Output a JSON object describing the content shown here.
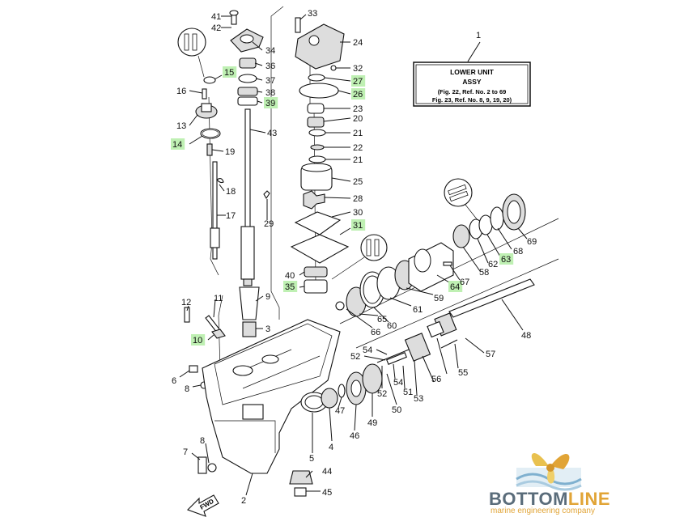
{
  "assembly_box": {
    "number": "1",
    "title_line1": "LOWER UNIT",
    "title_line2": "ASSY",
    "ref_line1": "(Fig. 22, Ref. No. 2 to 69",
    "ref_line2": "Fig. 23, Ref. No. 8, 9, 19, 20)"
  },
  "fwd_label": "FWD",
  "logo": {
    "name_part1": "BOTTOM",
    "name_part2": "LINE",
    "tagline": "marine engineering company"
  },
  "highlight_color": "#bff0b3",
  "logo_colors": {
    "text": "#5a6c7a",
    "accent": "#e1a436"
  },
  "part_labels": [
    {
      "id": "41",
      "text": "41",
      "highlighted": false
    },
    {
      "id": "42",
      "text": "42",
      "highlighted": false
    },
    {
      "id": "34",
      "text": "34",
      "highlighted": false
    },
    {
      "id": "36",
      "text": "36",
      "highlighted": false
    },
    {
      "id": "37",
      "text": "37",
      "highlighted": false
    },
    {
      "id": "15",
      "text": "15",
      "highlighted": true
    },
    {
      "id": "38",
      "text": "38",
      "highlighted": false
    },
    {
      "id": "39",
      "text": "39",
      "highlighted": true
    },
    {
      "id": "16",
      "text": "16",
      "highlighted": false
    },
    {
      "id": "13",
      "text": "13",
      "highlighted": false
    },
    {
      "id": "14",
      "text": "14",
      "highlighted": true
    },
    {
      "id": "19",
      "text": "19",
      "highlighted": false
    },
    {
      "id": "43",
      "text": "43",
      "highlighted": false
    },
    {
      "id": "18",
      "text": "18",
      "highlighted": false
    },
    {
      "id": "17",
      "text": "17",
      "highlighted": false
    },
    {
      "id": "29",
      "text": "29",
      "highlighted": false
    },
    {
      "id": "33",
      "text": "33",
      "highlighted": false
    },
    {
      "id": "24",
      "text": "24",
      "highlighted": false
    },
    {
      "id": "32",
      "text": "32",
      "highlighted": false
    },
    {
      "id": "27",
      "text": "27",
      "highlighted": true
    },
    {
      "id": "26",
      "text": "26",
      "highlighted": true
    },
    {
      "id": "23",
      "text": "23",
      "highlighted": false
    },
    {
      "id": "20",
      "text": "20",
      "highlighted": false
    },
    {
      "id": "21a",
      "text": "21",
      "highlighted": false
    },
    {
      "id": "22",
      "text": "22",
      "highlighted": false
    },
    {
      "id": "21b",
      "text": "21",
      "highlighted": false
    },
    {
      "id": "25",
      "text": "25",
      "highlighted": false
    },
    {
      "id": "28",
      "text": "28",
      "highlighted": false
    },
    {
      "id": "30",
      "text": "30",
      "highlighted": false
    },
    {
      "id": "31",
      "text": "31",
      "highlighted": true
    },
    {
      "id": "40",
      "text": "40",
      "highlighted": false
    },
    {
      "id": "35",
      "text": "35",
      "highlighted": true
    },
    {
      "id": "9",
      "text": "9",
      "highlighted": false
    },
    {
      "id": "3",
      "text": "3",
      "highlighted": false
    },
    {
      "id": "12",
      "text": "12",
      "highlighted": false
    },
    {
      "id": "11",
      "text": "11",
      "highlighted": false
    },
    {
      "id": "10",
      "text": "10",
      "highlighted": true
    },
    {
      "id": "6",
      "text": "6",
      "highlighted": false
    },
    {
      "id": "8a",
      "text": "8",
      "highlighted": false
    },
    {
      "id": "7",
      "text": "7",
      "highlighted": false
    },
    {
      "id": "8b",
      "text": "8",
      "highlighted": false
    },
    {
      "id": "2",
      "text": "2",
      "highlighted": false
    },
    {
      "id": "5",
      "text": "5",
      "highlighted": false
    },
    {
      "id": "4",
      "text": "4",
      "highlighted": false
    },
    {
      "id": "47",
      "text": "47",
      "highlighted": false
    },
    {
      "id": "46",
      "text": "46",
      "highlighted": false
    },
    {
      "id": "44",
      "text": "44",
      "highlighted": false
    },
    {
      "id": "45",
      "text": "45",
      "highlighted": false
    },
    {
      "id": "49",
      "text": "49",
      "highlighted": false
    },
    {
      "id": "50",
      "text": "50",
      "highlighted": false
    },
    {
      "id": "52a",
      "text": "52",
      "highlighted": false
    },
    {
      "id": "54a",
      "text": "54",
      "highlighted": false
    },
    {
      "id": "52b",
      "text": "52",
      "highlighted": false
    },
    {
      "id": "54b",
      "text": "54",
      "highlighted": false
    },
    {
      "id": "51",
      "text": "51",
      "highlighted": false
    },
    {
      "id": "53",
      "text": "53",
      "highlighted": false
    },
    {
      "id": "56",
      "text": "56",
      "highlighted": false
    },
    {
      "id": "55",
      "text": "55",
      "highlighted": false
    },
    {
      "id": "57",
      "text": "57",
      "highlighted": false
    },
    {
      "id": "48",
      "text": "48",
      "highlighted": false
    },
    {
      "id": "66",
      "text": "66",
      "highlighted": false
    },
    {
      "id": "65",
      "text": "65",
      "highlighted": false
    },
    {
      "id": "60",
      "text": "60",
      "highlighted": false
    },
    {
      "id": "61",
      "text": "61",
      "highlighted": false
    },
    {
      "id": "59",
      "text": "59",
      "highlighted": false
    },
    {
      "id": "64",
      "text": "64",
      "highlighted": true
    },
    {
      "id": "67",
      "text": "67",
      "highlighted": false
    },
    {
      "id": "58",
      "text": "58",
      "highlighted": false
    },
    {
      "id": "62",
      "text": "62",
      "highlighted": false
    },
    {
      "id": "63",
      "text": "63",
      "highlighted": true
    },
    {
      "id": "68",
      "text": "68",
      "highlighted": false
    },
    {
      "id": "69",
      "text": "69",
      "highlighted": false
    }
  ]
}
